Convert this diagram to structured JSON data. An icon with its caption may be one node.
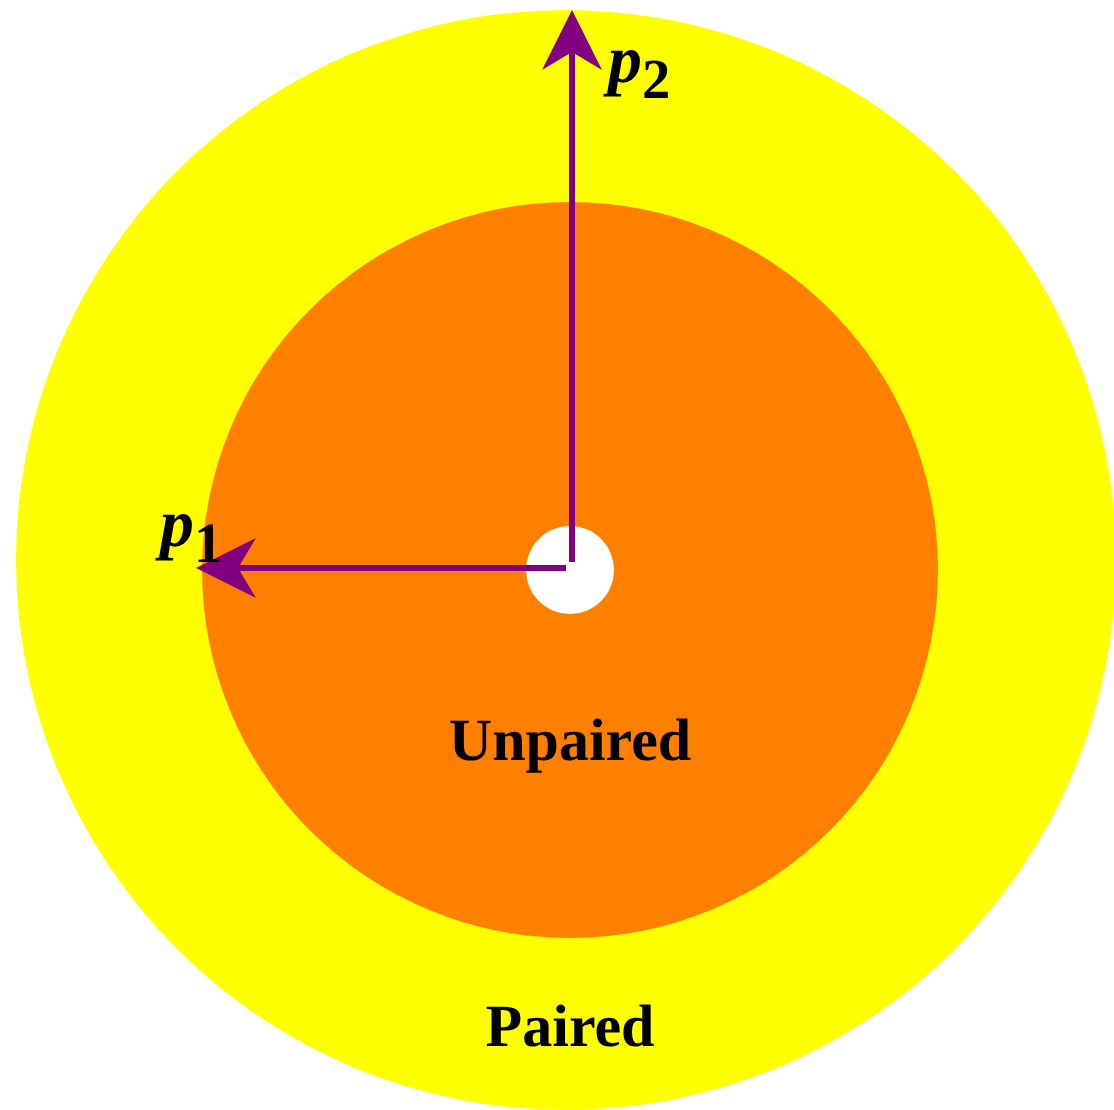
{
  "diagram": {
    "nodes": [
      {
        "text": [
          "Paired"
        ]
      },
      {
        "text": [
          "Unpaired"
        ],
        "in": 0
      },
      {
        "text": [],
        "shape": "circle",
        "in": 1
      }
    ],
    "labels": [
      "*p*$_{2}$",
      "*p*$_{1}$"
    ]
  }
}
